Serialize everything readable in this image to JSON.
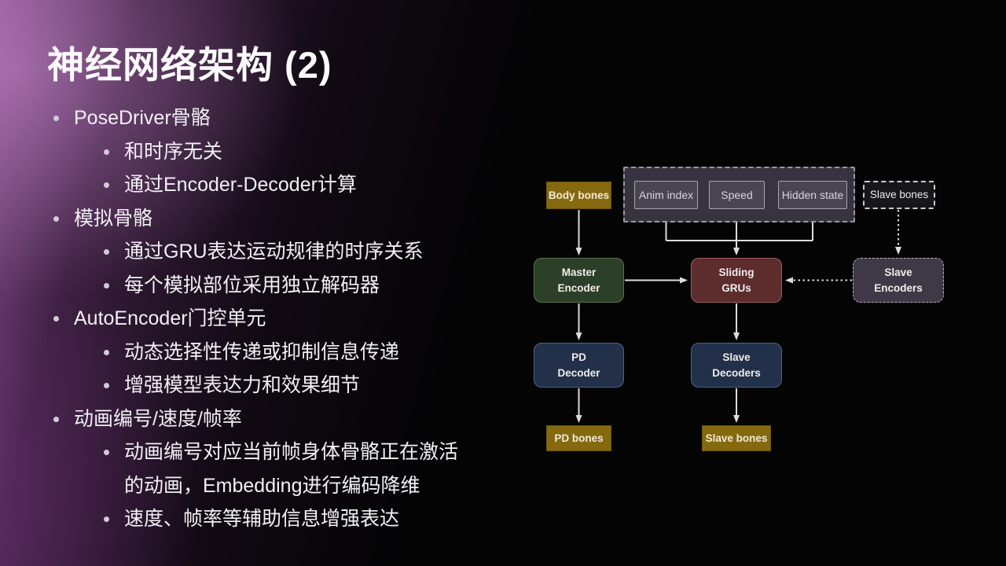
{
  "slide": {
    "title": "神经网络架构 (2)",
    "bullets": [
      {
        "level": 1,
        "text": "PoseDriver骨骼"
      },
      {
        "level": 2,
        "text": "和时序无关"
      },
      {
        "level": 2,
        "text": "通过Encoder-Decoder计算"
      },
      {
        "level": 1,
        "text": "模拟骨骼"
      },
      {
        "level": 2,
        "text": "通过GRU表达运动规律的时序关系"
      },
      {
        "level": 2,
        "text": "每个模拟部位采用独立解码器"
      },
      {
        "level": 1,
        "text": "AutoEncoder门控单元"
      },
      {
        "level": 2,
        "text": "动态选择性传递或抑制信息传递"
      },
      {
        "level": 2,
        "text": "增强模型表达力和效果细节"
      },
      {
        "level": 1,
        "text": "动画编号/速度/帧率"
      },
      {
        "level": 2,
        "text": "动画编号对应当前帧身体骨骼正在激活的动画，Embedding进行编码降维"
      },
      {
        "level": 2,
        "text": "速度、帧率等辅助信息增强表达"
      }
    ]
  },
  "diagram": {
    "nodes": {
      "body_bones": {
        "label": "Body bones"
      },
      "anim_index": {
        "label": "Anim index"
      },
      "speed": {
        "label": "Speed"
      },
      "hidden_state": {
        "label": "Hidden state"
      },
      "slave_bones_top": {
        "label": "Slave bones"
      },
      "master_encoder": {
        "label": "Master\nEncoder"
      },
      "sliding_grus": {
        "label": "Sliding\nGRUs"
      },
      "slave_encoders": {
        "label": "Slave\nEncoders"
      },
      "pd_decoder": {
        "label": "PD\nDecoder"
      },
      "slave_decoders": {
        "label": "Slave\nDecoders"
      },
      "pd_bones": {
        "label": "PD bones"
      },
      "slave_bones_bottom": {
        "label": "Slave bones"
      }
    },
    "colors": {
      "bones_fill": "#85690f",
      "input_group_fill": "#37333f",
      "input_box_fill": "#4a4651",
      "input_box_border": "#a7a5af",
      "encoder_fill": "#2c3f28",
      "encoder_border": "#577348",
      "gru_fill": "#5d2c2c",
      "gru_border": "#a35c5c",
      "decoder_fill": "#22304a",
      "decoder_border": "#4a6490",
      "slave_encoder_fill": "#3f3846",
      "slave_encoder_border": "#b7b0c1",
      "connector": "#dcdcdc"
    }
  },
  "background": {
    "base": "#040404",
    "accent_purple": "#a866b0"
  }
}
